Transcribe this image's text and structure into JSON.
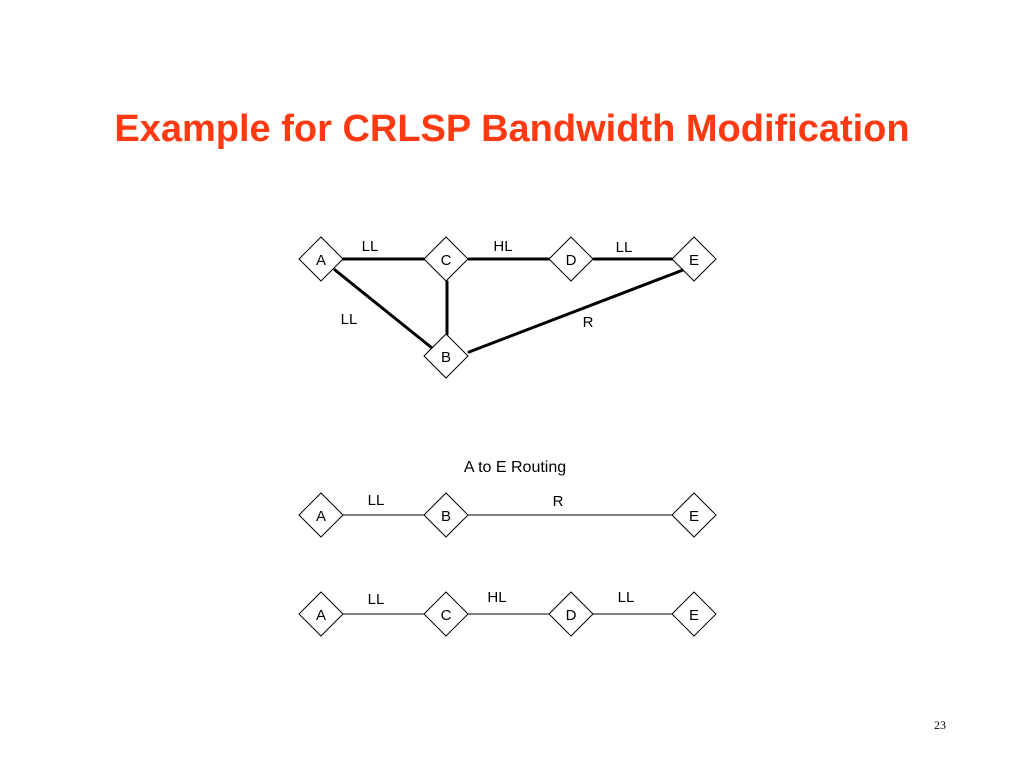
{
  "title": "Example for CRLSP Bandwidth Modification",
  "page_number": "23",
  "colors": {
    "title": "#ff3a12",
    "ink": "#000000",
    "background": "#ffffff"
  },
  "network": {
    "nodes": [
      "A",
      "C",
      "D",
      "E",
      "B"
    ],
    "edges": [
      {
        "from": "A",
        "to": "C",
        "label": "LL"
      },
      {
        "from": "C",
        "to": "D",
        "label": "HL"
      },
      {
        "from": "D",
        "to": "E",
        "label": "LL"
      },
      {
        "from": "A",
        "to": "B",
        "label": "LL"
      },
      {
        "from": "C",
        "to": "B",
        "label": ""
      },
      {
        "from": "B",
        "to": "E",
        "label": "R"
      }
    ]
  },
  "routing": {
    "caption": "A to E Routing",
    "paths": [
      {
        "nodes": [
          "A",
          "B",
          "E"
        ],
        "links": [
          "LL",
          "R"
        ]
      },
      {
        "nodes": [
          "A",
          "C",
          "D",
          "E"
        ],
        "links": [
          "LL",
          "HL",
          "LL"
        ]
      }
    ]
  }
}
